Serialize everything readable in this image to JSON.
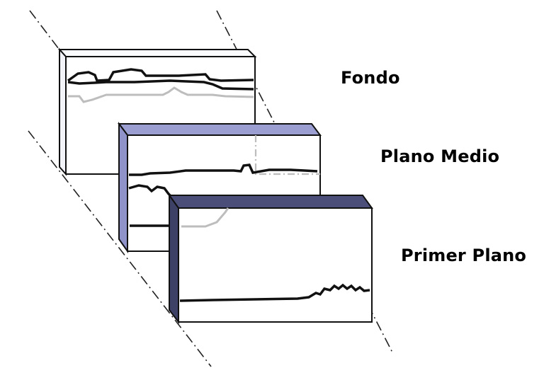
{
  "planes": {
    "background": {
      "label": "Fondo",
      "face": "#ffffff",
      "side_color": "#f2f4fa",
      "top_color": "#fafbfd"
    },
    "middle": {
      "label": "Plano Medio",
      "face": "#ffffff",
      "side_color": "#8f93c9",
      "top_color": "#9a9ed0"
    },
    "foreground": {
      "label": "Primer Plano",
      "face": "#ffffff",
      "side_color": "#3d4166",
      "top_color": "#4a4e78"
    }
  },
  "colors": {
    "stroke": "#111111",
    "ghost_line": "#bdbdbd",
    "guide_line": "#222222"
  }
}
